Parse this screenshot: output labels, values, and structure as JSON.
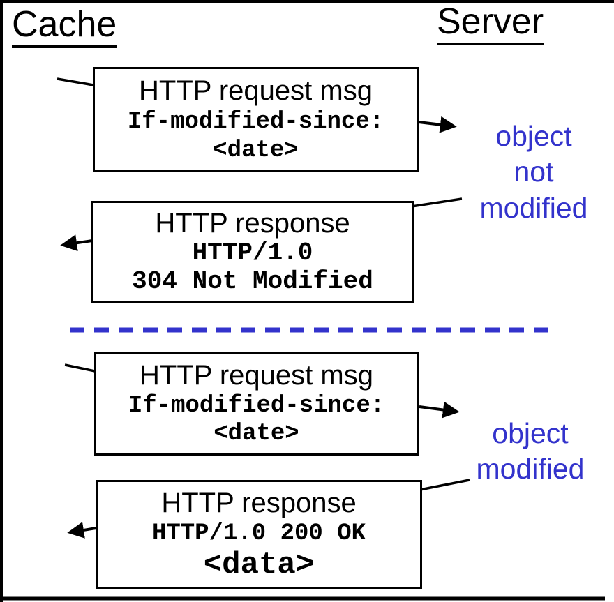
{
  "diagram": {
    "cache_title": "Cache",
    "server_title": "Server",
    "boxes": [
      {
        "title": "HTTP request msg",
        "code_line1": "If-modified-since:",
        "code_line2": "<date>"
      },
      {
        "title": "HTTP response",
        "code_line1": "HTTP/1.0",
        "code_line2": "304 Not Modified"
      },
      {
        "title": "HTTP request msg",
        "code_line1": "If-modified-since:",
        "code_line2": "<date>"
      },
      {
        "title": "HTTP response",
        "code_line1": "HTTP/1.0 200 OK",
        "code_line2": "<data>"
      }
    ],
    "annotations": {
      "object_not_modified": "object\nnot\nmodified",
      "object_modified": "object\nmodified"
    },
    "colors": {
      "annotation_blue": "#3333CC",
      "divider_blue": "#3333CC",
      "line_black": "#000000",
      "background": "#FFFFFF"
    }
  }
}
